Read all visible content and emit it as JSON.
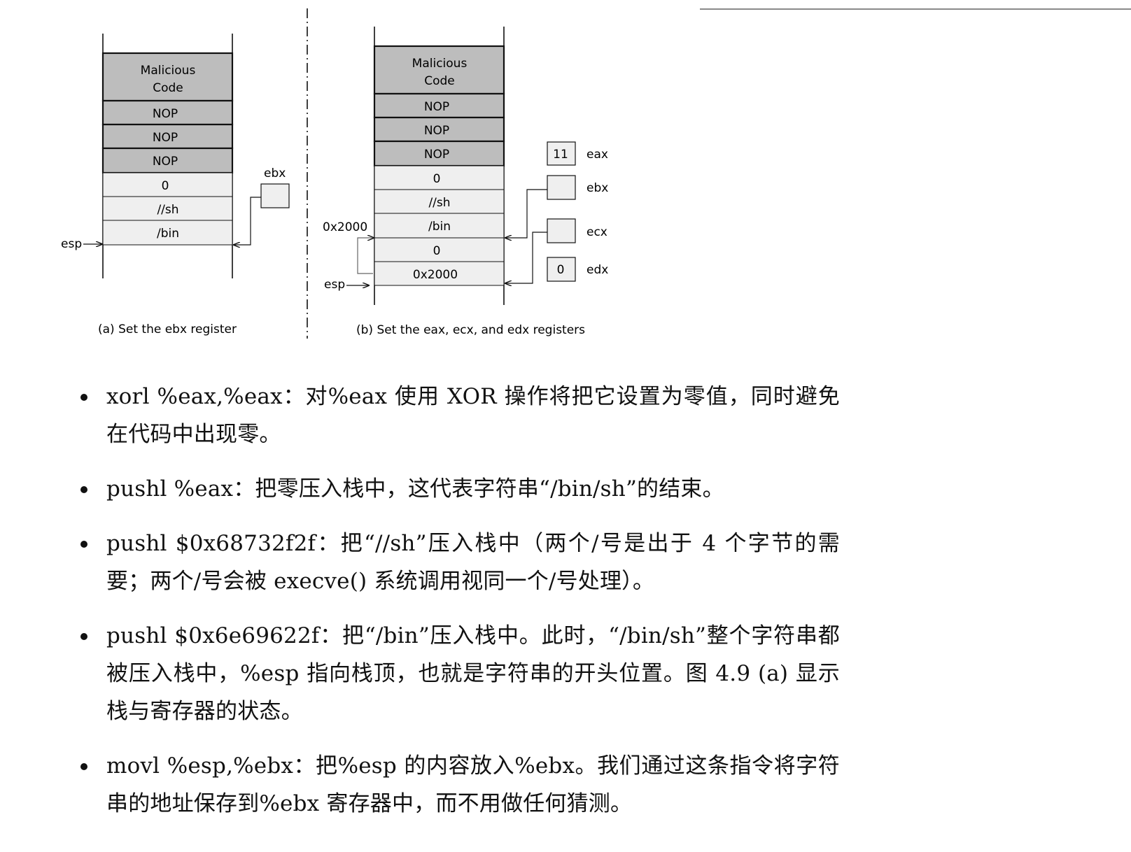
{
  "figure": {
    "left_panel": {
      "cells": [
        "Malicious Code",
        "NOP",
        "NOP",
        "NOP",
        "0",
        "//sh",
        "/bin"
      ],
      "malicious_line1": "Malicious",
      "malicious_line2": "Code",
      "esp_label": "esp",
      "register_label": "ebx",
      "caption": "(a) Set the ebx register"
    },
    "right_panel": {
      "malicious_line1": "Malicious",
      "malicious_line2": "Code",
      "cells": [
        "NOP",
        "NOP",
        "NOP",
        "0",
        "//sh",
        "/bin",
        "0",
        "0x2000"
      ],
      "address_label": "0x2000",
      "esp_label": "esp",
      "registers": [
        {
          "name": "eax",
          "value": "11"
        },
        {
          "name": "ebx",
          "value": ""
        },
        {
          "name": "ecx",
          "value": ""
        },
        {
          "name": "edx",
          "value": "0"
        }
      ],
      "caption": "(b) Set the eax, ecx, and edx registers"
    },
    "colors": {
      "shaded_cell": "#bdbdbd",
      "light_cell": "#efefef",
      "stroke": "#111111"
    }
  },
  "bullets": [
    "xorl %eax,%eax：对%eax 使用 XOR 操作将把它设置为零值，同时避免在代码中出现零。",
    "pushl %eax：把零压入栈中，这代表字符串“/bin/sh”的结束。",
    "pushl $0x68732f2f：把“//sh”压入栈中（两个/号是出于 4 个字节的需要；两个/号会被 execve() 系统调用视同一个/号处理）。",
    "pushl $0x6e69622f：把“/bin”压入栈中。此时，“/bin/sh”整个字符串都被压入栈中，%esp 指向栈顶，也就是字符串的开头位置。图 4.9 (a) 显示栈与寄存器的状态。",
    "movl %esp,%ebx：把%esp 的内容放入%ebx。我们通过这条指令将字符串的地址保存到%ebx 寄存器中，而不用做任何猜测。"
  ]
}
